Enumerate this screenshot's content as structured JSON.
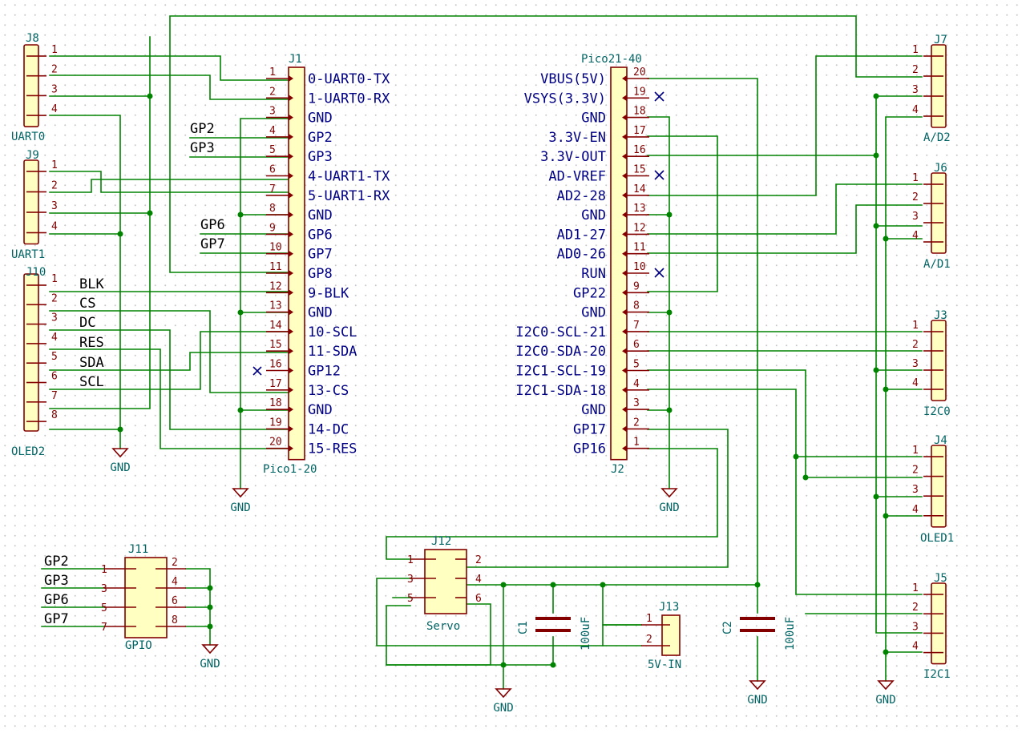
{
  "colors": {
    "wire": "#008400",
    "component": "#840000",
    "body_fill": "#ffffc2",
    "pin_label": "#000084",
    "reference": "#006464",
    "net_label": "#000000"
  },
  "icons": {
    "ground": "ground-symbol-icon",
    "no_connect": "no-connect-x-icon",
    "junction": "junction-dot-icon"
  },
  "gnd": "GND",
  "J8": {
    "ref": "J8",
    "value": "UART0",
    "pins": [
      "1",
      "2",
      "3",
      "4"
    ]
  },
  "J9": {
    "ref": "J9",
    "value": "UART1",
    "pins": [
      "1",
      "2",
      "3",
      "4"
    ]
  },
  "J10": {
    "ref": "J10",
    "value": "OLED2",
    "pins": [
      "1",
      "2",
      "3",
      "4",
      "5",
      "6",
      "7",
      "8"
    ],
    "labels": [
      "BLK",
      "CS",
      "DC",
      "RES",
      "SDA",
      "SCL"
    ]
  },
  "J1": {
    "ref": "J1",
    "value": "Pico1-20",
    "pins": [
      "1",
      "2",
      "3",
      "4",
      "5",
      "6",
      "7",
      "8",
      "9",
      "10",
      "11",
      "12",
      "13",
      "14",
      "15",
      "16",
      "17",
      "18",
      "19",
      "20"
    ],
    "names": [
      "0-UART0-TX",
      "1-UART0-RX",
      "GND",
      "GP2",
      "GP3",
      "4-UART1-TX",
      "5-UART1-RX",
      "GND",
      "GP6",
      "GP7",
      "GP8",
      "9-BLK",
      "GND",
      "10-SCL",
      "11-SDA",
      "GP12",
      "13-CS",
      "GND",
      "14-DC",
      "15-RES"
    ],
    "net_labels": [
      "GP2",
      "GP3",
      "GP6",
      "GP7"
    ]
  },
  "J2": {
    "ref": "J2",
    "value": "Pico21-40",
    "pins": [
      "20",
      "19",
      "18",
      "17",
      "16",
      "15",
      "14",
      "13",
      "12",
      "11",
      "10",
      "9",
      "8",
      "7",
      "6",
      "5",
      "4",
      "3",
      "2",
      "1"
    ],
    "names": [
      "VBUS(5V)",
      "VSYS(3.3V)",
      "GND",
      "3.3V-EN",
      "3.3V-OUT",
      "AD-VREF",
      "AD2-28",
      "GND",
      "AD1-27",
      "AD0-26",
      "RUN",
      "GP22",
      "GND",
      "I2C0-SCL-21",
      "I2C0-SDA-20",
      "I2C1-SCL-19",
      "I2C1-SDA-18",
      "GND",
      "GP17",
      "GP16"
    ]
  },
  "J7": {
    "ref": "J7",
    "value": "A/D2",
    "pins": [
      "1",
      "2",
      "3",
      "4"
    ]
  },
  "J6": {
    "ref": "J6",
    "value": "A/D1",
    "pins": [
      "1",
      "2",
      "3",
      "4"
    ]
  },
  "J3": {
    "ref": "J3",
    "value": "I2C0",
    "pins": [
      "1",
      "2",
      "3",
      "4"
    ]
  },
  "J4": {
    "ref": "J4",
    "value": "OLED1",
    "pins": [
      "1",
      "2",
      "3",
      "4"
    ]
  },
  "J5": {
    "ref": "J5",
    "value": "I2C1",
    "pins": [
      "1",
      "2",
      "3",
      "4"
    ]
  },
  "J11": {
    "ref": "J11",
    "value": "GPIO",
    "pins_left": [
      "1",
      "3",
      "5",
      "7"
    ],
    "pins_right": [
      "2",
      "4",
      "6",
      "8"
    ],
    "net_labels": [
      "GP2",
      "GP3",
      "GP6",
      "GP7"
    ]
  },
  "J12": {
    "ref": "J12",
    "value": "Servo",
    "pins_left": [
      "1",
      "3",
      "5"
    ],
    "pins_right": [
      "2",
      "4",
      "6"
    ]
  },
  "J13": {
    "ref": "J13",
    "value": "5V-IN",
    "pins": [
      "1",
      "2"
    ]
  },
  "C1": {
    "ref": "C1",
    "value": "100uF"
  },
  "C2": {
    "ref": "C2",
    "value": "100uF"
  }
}
